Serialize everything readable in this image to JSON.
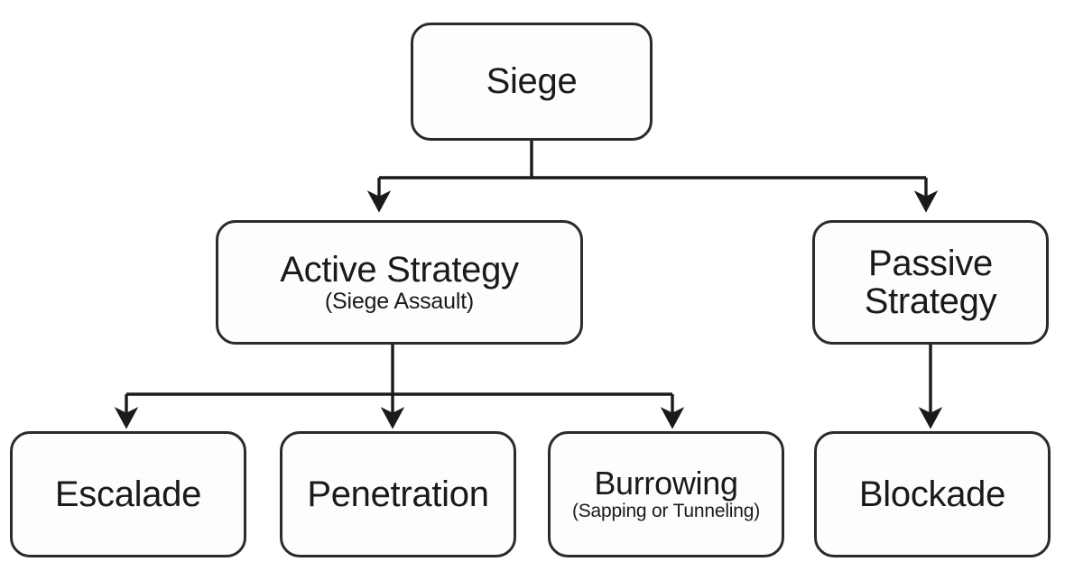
{
  "diagram": {
    "type": "hierarchy-tree",
    "title": "Siege",
    "background_color": "#ffffff",
    "node_border_color": "#2b2b2b",
    "node_fill_color": "#fdfdfd",
    "edge_color": "#1a1a1a",
    "nodes": {
      "root": {
        "label": "Siege",
        "sublabel": ""
      },
      "active": {
        "label": "Active Strategy",
        "sublabel": "(Siege Assault)"
      },
      "passive": {
        "label": "Passive Strategy",
        "sublabel": ""
      },
      "escalade": {
        "label": "Escalade",
        "sublabel": ""
      },
      "penetration": {
        "label": "Penetration",
        "sublabel": ""
      },
      "burrowing": {
        "label": "Burrowing",
        "sublabel": "(Sapping or Tunneling)"
      },
      "blockade": {
        "label": "Blockade",
        "sublabel": ""
      }
    },
    "edges": [
      {
        "from": "root",
        "to": "active"
      },
      {
        "from": "root",
        "to": "passive"
      },
      {
        "from": "active",
        "to": "escalade"
      },
      {
        "from": "active",
        "to": "penetration"
      },
      {
        "from": "active",
        "to": "burrowing"
      },
      {
        "from": "passive",
        "to": "blockade"
      }
    ]
  }
}
